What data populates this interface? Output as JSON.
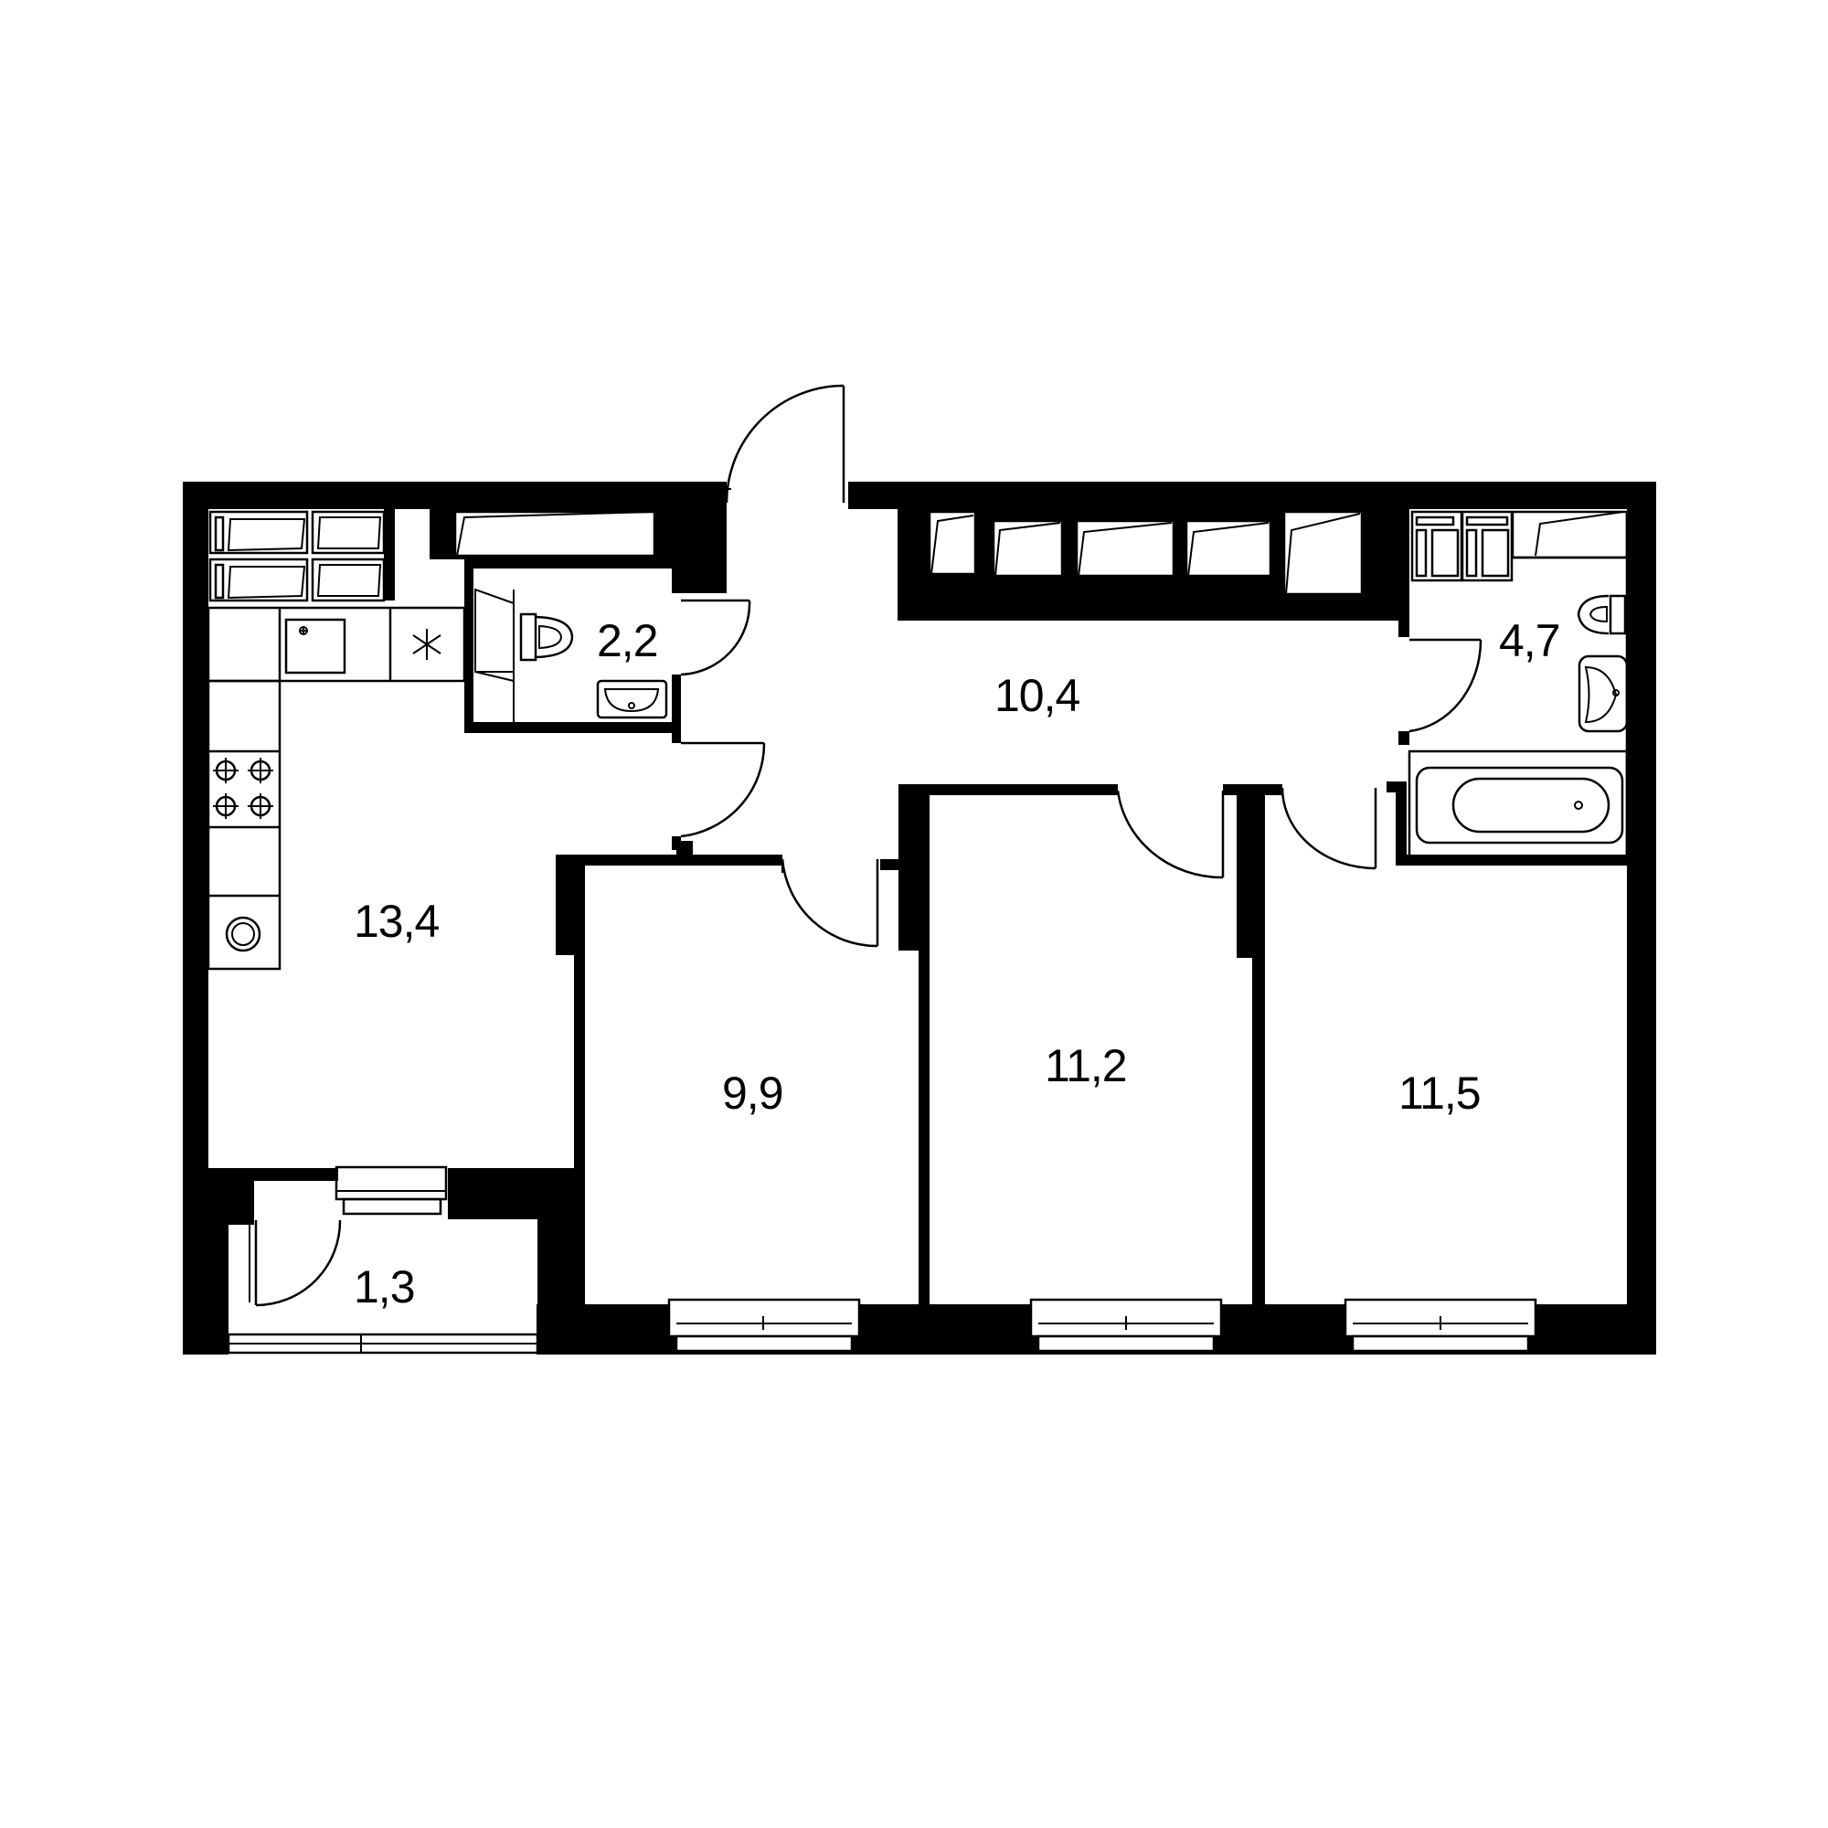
{
  "floorplan": {
    "rooms": [
      {
        "id": "kitchen-living",
        "area": "13,4"
      },
      {
        "id": "wc",
        "area": "2,2"
      },
      {
        "id": "hallway",
        "area": "10,4"
      },
      {
        "id": "bathroom",
        "area": "4,7"
      },
      {
        "id": "bedroom-1",
        "area": "9,9"
      },
      {
        "id": "bedroom-2",
        "area": "11,2"
      },
      {
        "id": "bedroom-3",
        "area": "11,5"
      },
      {
        "id": "balcony",
        "area": "1,3"
      }
    ],
    "colors": {
      "wall": "#000000",
      "background": "#ffffff"
    }
  }
}
